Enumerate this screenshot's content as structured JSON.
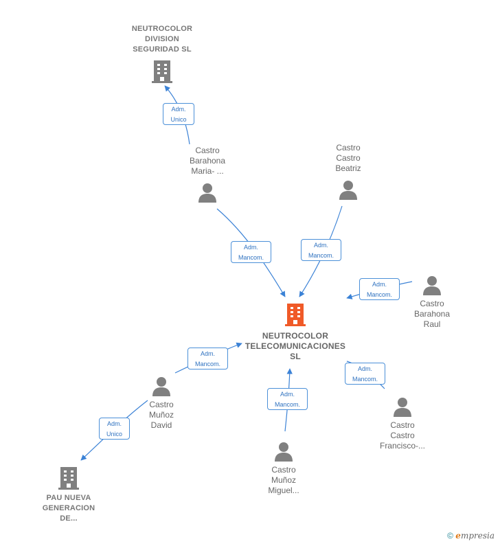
{
  "nodes": {
    "main_company": {
      "line1": "NEUTROCOLOR",
      "line2": "TELECOMUNICACIONES",
      "line3": "SL"
    },
    "division_company": {
      "line1": "NEUTROCOLOR",
      "line2": "DIVISION",
      "line3": "SEGURIDAD SL"
    },
    "pau_company": {
      "line1": "PAU NUEVA",
      "line2": "GENERACION",
      "line3": "DE..."
    },
    "maria": {
      "line1": "Castro",
      "line2": "Barahona",
      "line3": "Maria- ..."
    },
    "beatriz": {
      "line1": "Castro",
      "line2": "Castro",
      "line3": "Beatriz"
    },
    "raul": {
      "line1": "Castro",
      "line2": "Barahona",
      "line3": "Raul"
    },
    "david": {
      "line1": "Castro",
      "line2": "Muñoz",
      "line3": "David"
    },
    "francisco": {
      "line1": "Castro",
      "line2": "Castro",
      "line3": "Francisco-..."
    },
    "miguel": {
      "line1": "Castro",
      "line2": "Muñoz",
      "line3": "Miguel..."
    }
  },
  "badges": {
    "maria_division": {
      "l1": "Adm.",
      "l2": "Unico"
    },
    "david_pau": {
      "l1": "Adm.",
      "l2": "Unico"
    },
    "maria_main": {
      "l1": "Adm.",
      "l2": "Mancom."
    },
    "beatriz_main": {
      "l1": "Adm.",
      "l2": "Mancom."
    },
    "raul_main": {
      "l1": "Adm.",
      "l2": "Mancom."
    },
    "david_main": {
      "l1": "Adm.",
      "l2": "Mancom."
    },
    "miguel_main": {
      "l1": "Adm.",
      "l2": "Mancom."
    },
    "francisco_main": {
      "l1": "Adm.",
      "l2": "Mancom."
    }
  },
  "footer": {
    "copyright": "©",
    "brand_initial": "e",
    "brand_rest": "mpresia"
  },
  "colors": {
    "edge": "#3b82d6",
    "main_icon": "#f05a28",
    "node_icon": "#808080"
  }
}
